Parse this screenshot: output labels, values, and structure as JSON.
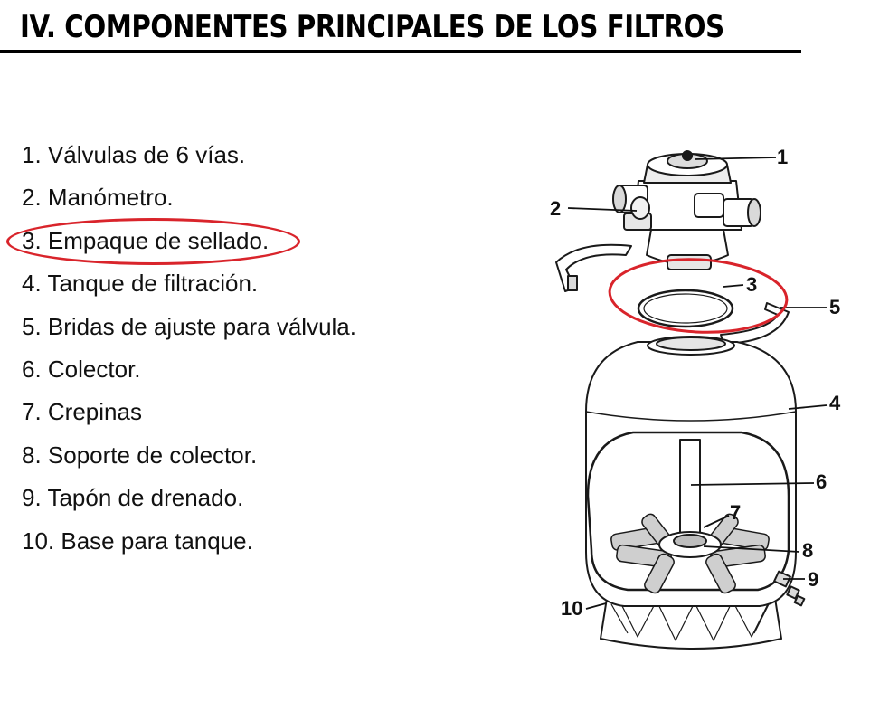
{
  "document": {
    "title": "IV. COMPONENTES PRINCIPALES DE LOS FILTROS",
    "parts": [
      "1. Válvulas de 6 vías.",
      "2. Manómetro.",
      "3. Empaque de sellado.",
      "4. Tanque de filtración.",
      "5. Bridas de ajuste para válvula.",
      "6. Colector.",
      "7. Crepinas",
      "8. Soporte de colector.",
      "9. Tapón de drenado.",
      "10. Base para tanque."
    ],
    "highlighted_part": "3. Empaque de sellado.",
    "highlight_color": "#d9242b"
  },
  "diagram": {
    "callouts": [
      "1",
      "2",
      "3",
      "4",
      "5",
      "6",
      "7",
      "8",
      "9",
      "10"
    ]
  }
}
